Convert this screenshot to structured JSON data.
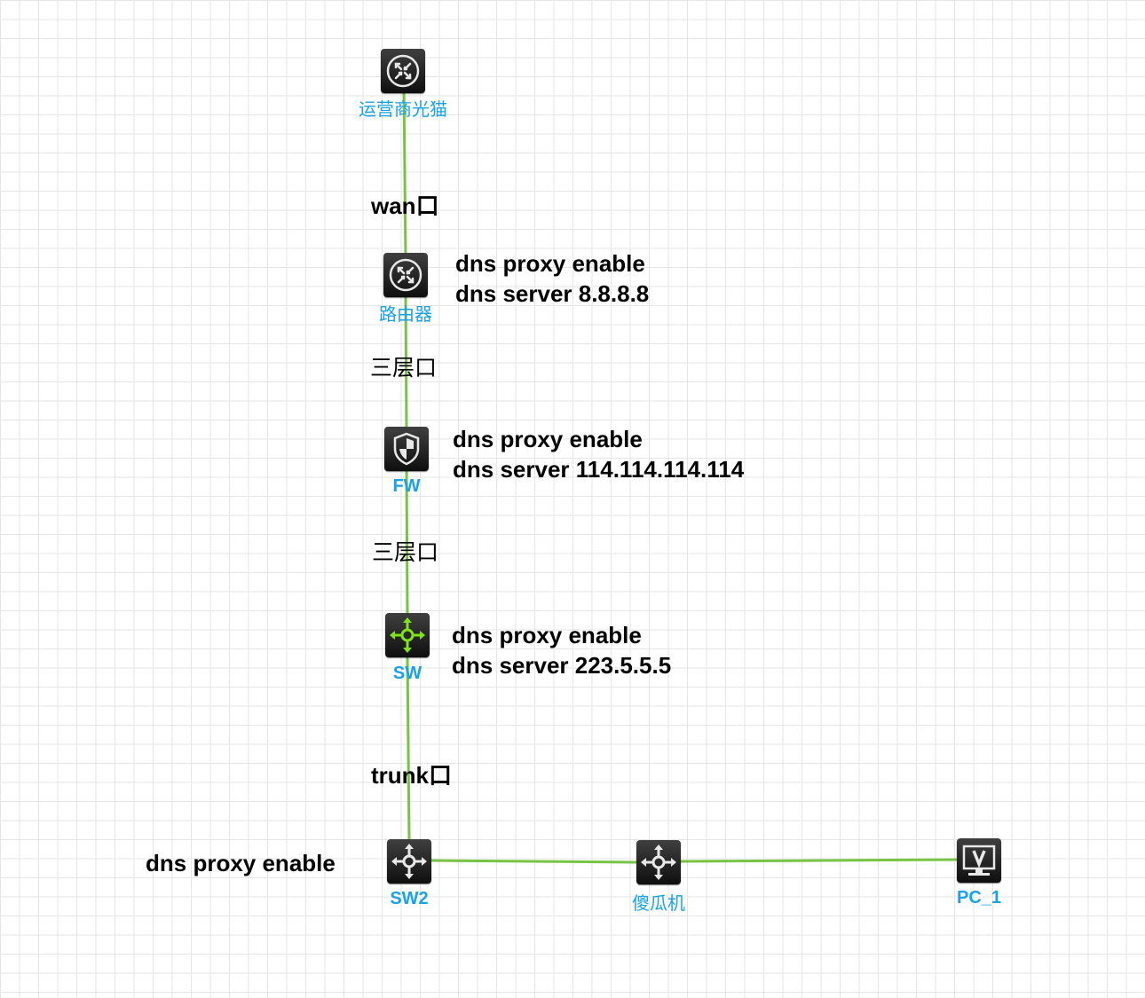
{
  "colors": {
    "link": "#77c343",
    "label": "#1aa1e6",
    "icon_bg": "#1c1c1c",
    "switch_accent": "#7fe21a"
  },
  "nodes": {
    "modem": {
      "label": "运营商光猫",
      "icon": "router-icon"
    },
    "router": {
      "label": "路由器",
      "icon": "router-icon"
    },
    "fw": {
      "label": "FW",
      "icon": "firewall-icon"
    },
    "sw": {
      "label": "SW",
      "icon": "l3-switch-icon"
    },
    "sw2": {
      "label": "SW2",
      "icon": "switch-icon"
    },
    "dumb": {
      "label": "傻瓜机",
      "icon": "switch-icon"
    },
    "pc": {
      "label": "PC_1",
      "icon": "pc-monitor-icon"
    }
  },
  "ports": {
    "wan": "wan口",
    "l3_1": "三层口",
    "l3_2": "三层口",
    "trunk": "trunk口"
  },
  "notes": {
    "router": {
      "line1": "dns proxy enable",
      "line2": "dns server 8.8.8.8"
    },
    "fw": {
      "line1": "dns proxy enable",
      "line2": "dns server 114.114.114.114"
    },
    "sw": {
      "line1": "dns proxy enable",
      "line2": "dns server 223.5.5.5"
    },
    "sw2": {
      "line1": "dns proxy enable"
    }
  }
}
